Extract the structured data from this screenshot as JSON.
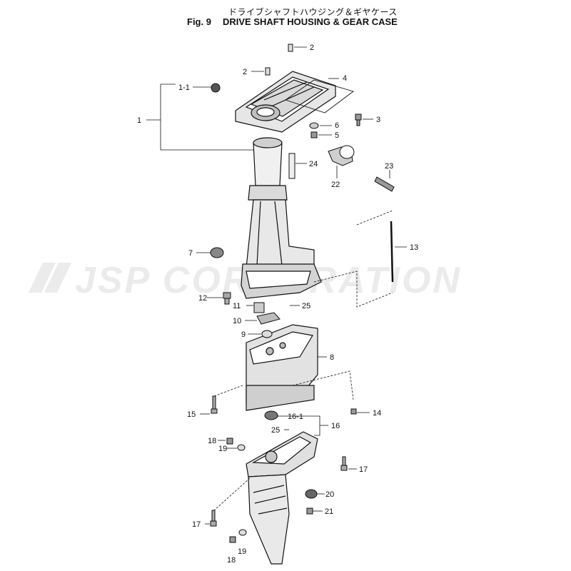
{
  "header": {
    "title_jp": "ドライブシャフトハウジング＆ギヤケース",
    "fig_label": "Fig. 9",
    "title_en": "DRIVE SHAFT HOUSING & GEAR CASE"
  },
  "watermark": {
    "text": "JSP CORPORATION",
    "color": "#ebebeb"
  },
  "callouts": {
    "c1": "1",
    "c1_1": "1-1",
    "c2a": "2",
    "c2b": "2",
    "c3": "3",
    "c4": "4",
    "c5": "5",
    "c6": "6",
    "c7": "7",
    "c8": "8",
    "c9": "9",
    "c10": "10",
    "c11": "11",
    "c12": "12",
    "c13": "13",
    "c14": "14",
    "c15": "15",
    "c16": "16",
    "c16_1": "16-1",
    "c17a": "17",
    "c17b": "17",
    "c18a": "18",
    "c18b": "18",
    "c19a": "19",
    "c19b": "19",
    "c20": "20",
    "c21": "21",
    "c22": "22",
    "c23": "23",
    "c24": "24",
    "c25a": "25",
    "c25b": "25"
  }
}
